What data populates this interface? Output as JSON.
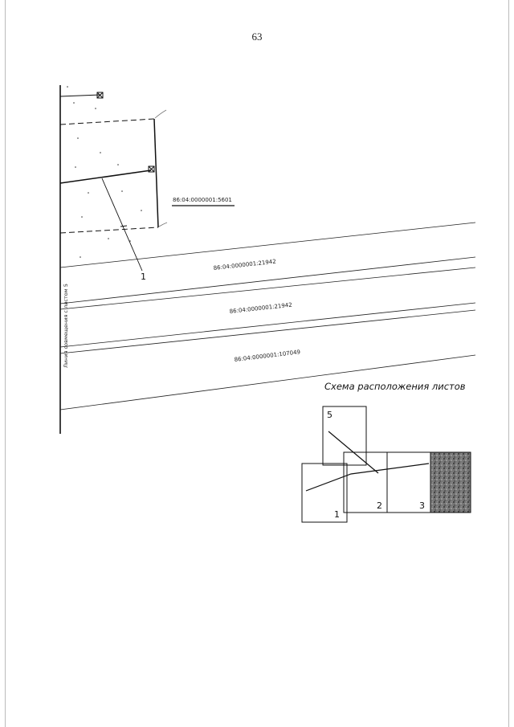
{
  "page": {
    "number": "63"
  },
  "plan": {
    "match_line_label": "Линия совмещения с листом 5",
    "parcels": [
      {
        "id": "parcel-5601",
        "label": "86:04:0000001:5601"
      },
      {
        "id": "parcel-21942-a",
        "label": "86:04:0000001:21942"
      },
      {
        "id": "parcel-21942-b",
        "label": "86:04:0000001:21942"
      },
      {
        "id": "parcel-107049",
        "label": "86:04:0000001:107049"
      }
    ],
    "leader_label": "1"
  },
  "schema": {
    "title": "Схема расположения листов",
    "sheets": [
      {
        "label": "1"
      },
      {
        "label": "2"
      },
      {
        "label": "3"
      },
      {
        "label": "5"
      }
    ],
    "current_sheet": "4"
  }
}
